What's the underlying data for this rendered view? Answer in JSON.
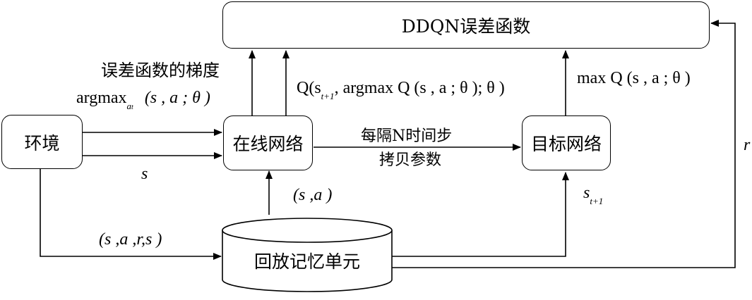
{
  "nodes": {
    "ddqn_loss": "DDQN误差函数",
    "environment": "环境",
    "online_network": "在线网络",
    "target_network": "目标网络",
    "replay_memory": "回放记忆单元"
  },
  "labels": {
    "gradient_title": "误差函数的梯度",
    "gradient_argmax": "argmax",
    "gradient_argmax_sub": "a",
    "gradient_argmax_subsub": "t",
    "gradient_args": "(s , a ; θ )",
    "state": "s",
    "q_expression_prefix": "Q(s",
    "q_expression_rest": ", argmax  Q (s , a ; θ ); θ )",
    "max_q": "max  Q (s , a ; θ )",
    "copy_line1": "每隔N时间步",
    "copy_line2": "拷贝参数",
    "sample_pair": "(s ,a )",
    "transition": "(s ,a ,r,s   )",
    "next_state": "s",
    "next_state_sub": "t+1",
    "reward": "r"
  }
}
